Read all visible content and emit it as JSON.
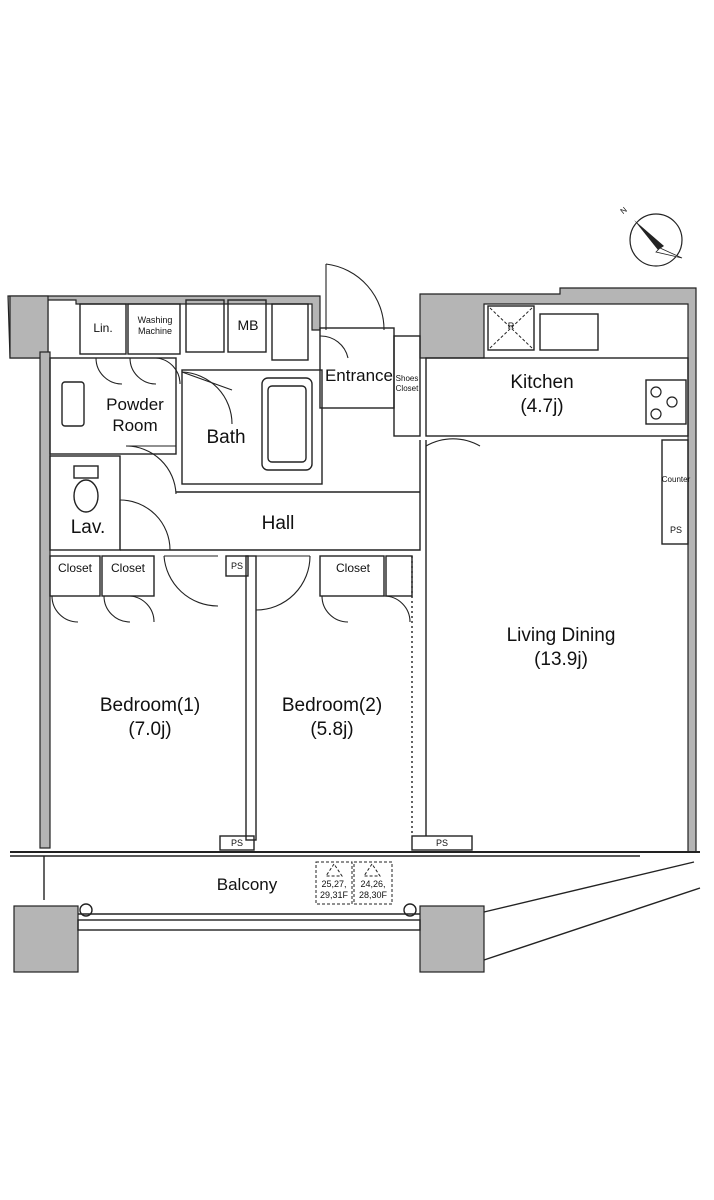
{
  "rooms": {
    "kitchen": {
      "name": "Kitchen",
      "size": "(4.7j)"
    },
    "living_dining": {
      "name": "Living Dining",
      "size": "(13.9j)"
    },
    "bedroom1": {
      "name": "Bedroom(1)",
      "size": "(7.0j)"
    },
    "bedroom2": {
      "name": "Bedroom(2)",
      "size": "(5.8j)"
    },
    "bath": {
      "name": "Bath"
    },
    "powder_room": {
      "line1": "Powder",
      "line2": "Room"
    },
    "hall": {
      "name": "Hall"
    },
    "entrance": {
      "name": "Entrance"
    },
    "lav": {
      "name": "Lav."
    },
    "balcony": {
      "name": "Balcony"
    },
    "lin": {
      "name": "Lin."
    },
    "mb": {
      "name": "MB"
    },
    "washing_machine": {
      "line1": "Washing",
      "line2": "Machine"
    },
    "shoes_closet": {
      "line1": "Shoes",
      "line2": "Closet"
    },
    "closet_left_a": {
      "name": "Closet"
    },
    "closet_left_b": {
      "name": "Closet"
    },
    "closet_bedroom2": {
      "name": "Closet"
    },
    "counter": {
      "name": "Counter"
    }
  },
  "fixtures": {
    "ps_labels": [
      "PS",
      "PS",
      "PS",
      "PS"
    ],
    "refrigerator": "R"
  },
  "evac_hatches": [
    {
      "line1": "25,27,",
      "line2": "29,31F"
    },
    {
      "line1": "24,26,",
      "line2": "28,30F"
    }
  ],
  "compass": {
    "north_label": "N",
    "icon": "compass-north-arrow-icon"
  }
}
